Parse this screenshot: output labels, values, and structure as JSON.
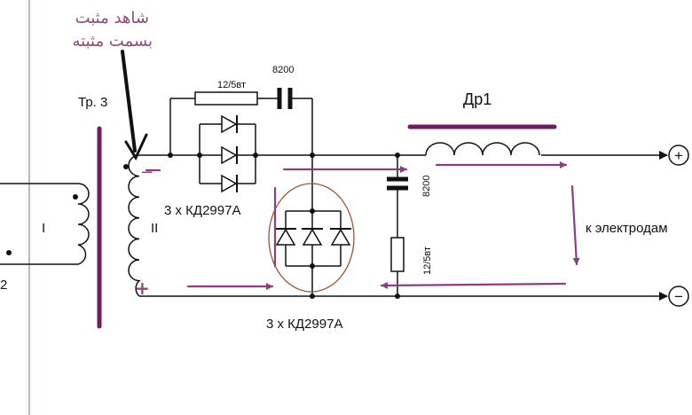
{
  "annotation": {
    "line1": "شاهد مثبت",
    "line2": "بسمت مثبته"
  },
  "labels": {
    "transformer": "Тр. 3",
    "primary_winding": "I",
    "secondary_winding": "II",
    "primary_pin": "2",
    "resistor_top": "12/5вт",
    "capacitor_top": "8200",
    "choke": "Др1",
    "capacitor_mid": "8200",
    "resistor_mid": "12/5вт",
    "diodes_upper": "3 х КД2997А",
    "diodes_lower": "3 х КД2997А",
    "electrodes": "к электродам",
    "plus_terminal": "+",
    "minus_terminal": "−",
    "secondary_top_sign": "−",
    "secondary_bottom_sign": "+"
  },
  "colors": {
    "wire": "#111111",
    "purple": "#8a3f7e",
    "circle": "#a0522d"
  }
}
